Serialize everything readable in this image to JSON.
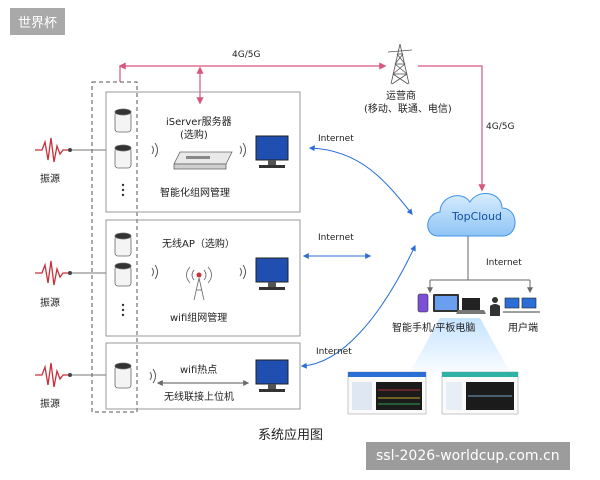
{
  "watermark_top": "世界杯",
  "watermark_bottom": "ssl-2026-worldcup.com.cn",
  "caption": "系统应用图",
  "labels": {
    "link_4g_top": "4G/5G",
    "link_4g_right": "4G/5G",
    "operator_name": "运营商",
    "operator_sub": "(移动、联通、电信)",
    "cloud": "TopCloud",
    "internet1": "Internet",
    "internet2": "Internet",
    "internet3": "Internet",
    "internet4": "Internet",
    "vib_source": "振源",
    "server_name": "iServer服务器",
    "server_optional": "(选购)",
    "panel1_caption": "智能化组网管理",
    "ap_name": "无线AP（选购）",
    "panel2_caption": "wifi组网管理",
    "hotspot": "wifi热点",
    "wireless_host": "无线联接上位机",
    "phone_tablet": "智能手机/平板电脑",
    "user_terminal": "用户端"
  },
  "colors": {
    "accent_blue": "#2b6fd6",
    "arrow_pink": "#d9577f",
    "wave_red": "#c9303a",
    "cloud_blue": "#3f93e8"
  }
}
